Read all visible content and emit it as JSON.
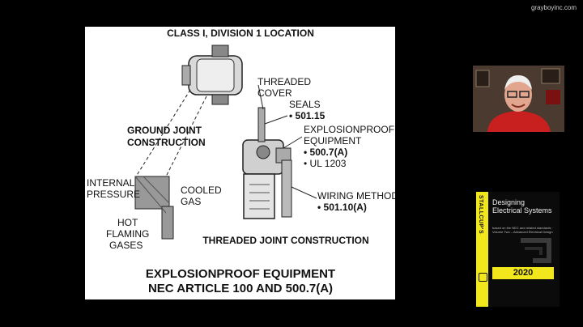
{
  "watermark": "grayboyinc.com",
  "slide": {
    "heading": "CLASS I, DIVISION 1 LOCATION",
    "labels": {
      "threaded": "THREADED",
      "cover": "COVER",
      "seals": "SEALS",
      "seals_ref": "• 501.15",
      "explosionproof": "EXPLOSIONPROOF",
      "equipment": "EQUIPMENT",
      "equipment_ref": "• 500.7(A)",
      "ul_ref": "• UL 1203",
      "wiring_method": "WIRING METHOD",
      "wiring_ref": "• 501.10(A)",
      "ground_joint_1": "GROUND JOINT",
      "ground_joint_2": "CONSTRUCTION",
      "internal": "INTERNAL",
      "pressure": "PRESSURE",
      "cooled": "COOLED",
      "gas": "GAS",
      "hot": "HOT",
      "flaming": "FLAMING",
      "gases": "GASES",
      "threaded_joint": "THREADED JOINT CONSTRUCTION"
    },
    "title_line1": "EXPLOSIONPROOF EQUIPMENT",
    "title_line2": "NEC ARTICLE 100 AND 500.7(A)"
  },
  "book": {
    "spine": "STALLCUP'S",
    "title": "Designing Electrical Systems",
    "subtitle": "based on the NEC and related standards · Volume Two – Advanced Electrical Design",
    "year": "2020"
  },
  "colors": {
    "background": "#000000",
    "book_accent": "#f2e61c",
    "webcam_shirt": "#c8201e"
  }
}
